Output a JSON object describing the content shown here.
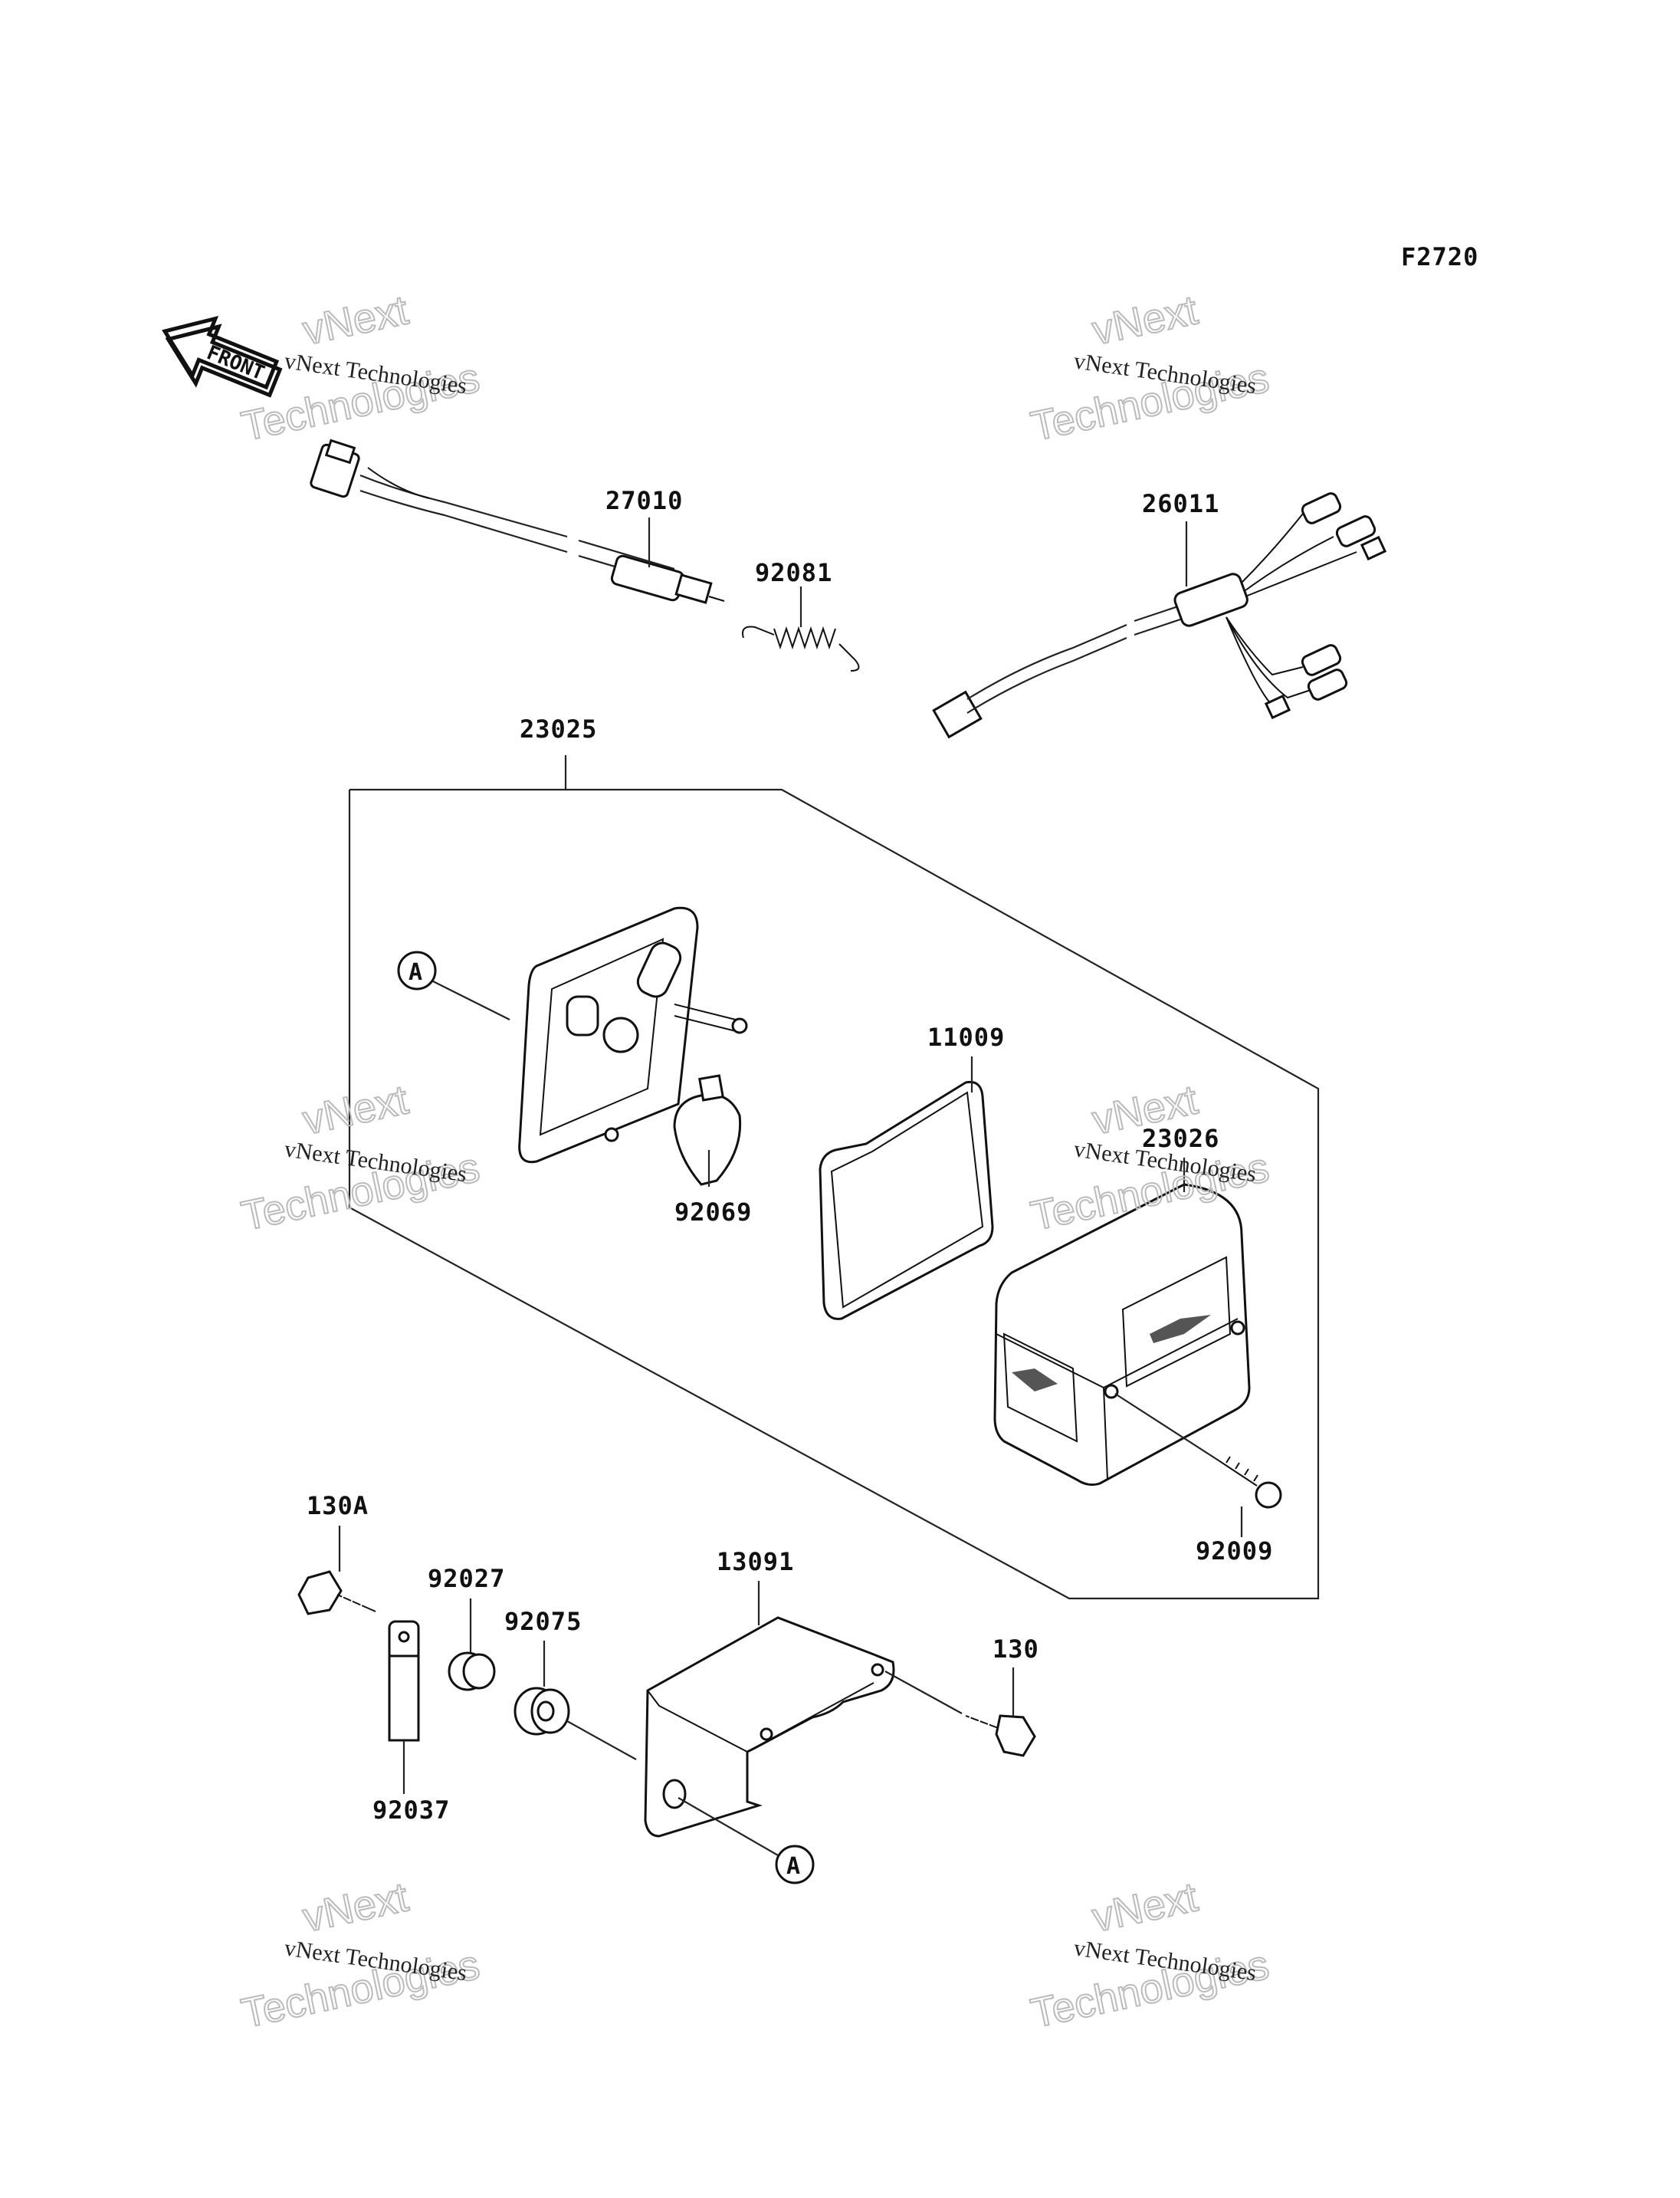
{
  "figure_code": "F2720",
  "front_arrow_label": "FRONT",
  "ref_marker": "A",
  "watermark": {
    "line1": "vNext Technologies",
    "line2": "vNext",
    "line3": "Technologies"
  },
  "parts": {
    "p27010": "27010",
    "p92081": "92081",
    "p26011": "26011",
    "p23025": "23025",
    "p11009": "11009",
    "p92069": "92069",
    "p23026": "23026",
    "p92009": "92009",
    "p130A": "130A",
    "p92027": "92027",
    "p92075": "92075",
    "p13091": "13091",
    "p130": "130",
    "p92037": "92037"
  }
}
